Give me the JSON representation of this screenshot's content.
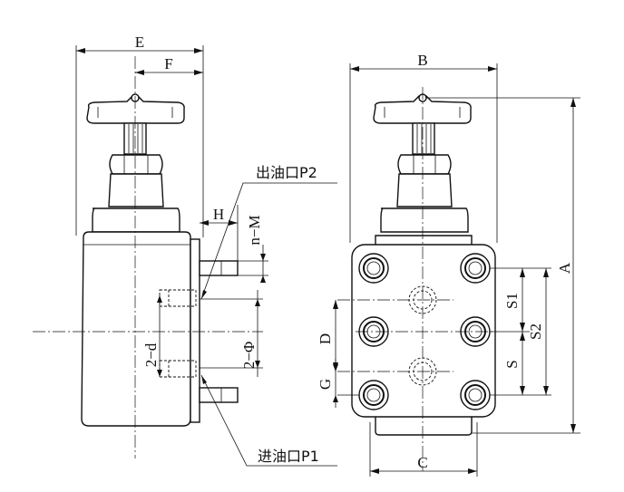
{
  "labels": {
    "E": "E",
    "F": "F",
    "H": "H",
    "n_M": "n−M",
    "two_d": "2−d",
    "two_phi": "2−Φ",
    "outlet": "出油口P2",
    "inlet": "进油口P1",
    "B": "B",
    "A": "A",
    "C": "C",
    "D": "D",
    "G": "G",
    "S": "S",
    "S1": "S1",
    "S2": "S2"
  }
}
